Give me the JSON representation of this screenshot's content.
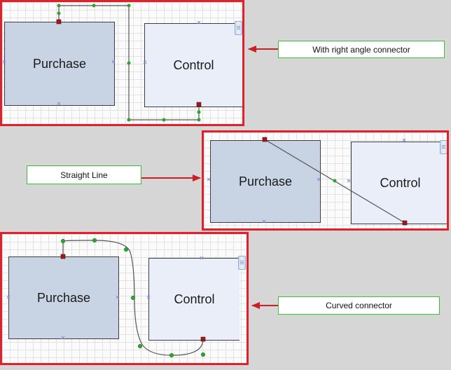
{
  "panels": [
    {
      "purchase_label": "Purchase",
      "control_label": "Control",
      "callout": "With right angle connector"
    },
    {
      "purchase_label": "Purchase",
      "control_label": "Control",
      "callout": "Straight Line"
    },
    {
      "purchase_label": "Purchase",
      "control_label": "Control",
      "callout": "Curved connector"
    }
  ],
  "colors": {
    "panel_border": "#e0202a",
    "arrow": "#cc1f24",
    "callout_border": "#39c23a",
    "purchase_fill": "#c8d4e4",
    "control_fill": "#e9eef8",
    "handle_end": "#a01818",
    "handle_mid": "#2ea62e"
  }
}
